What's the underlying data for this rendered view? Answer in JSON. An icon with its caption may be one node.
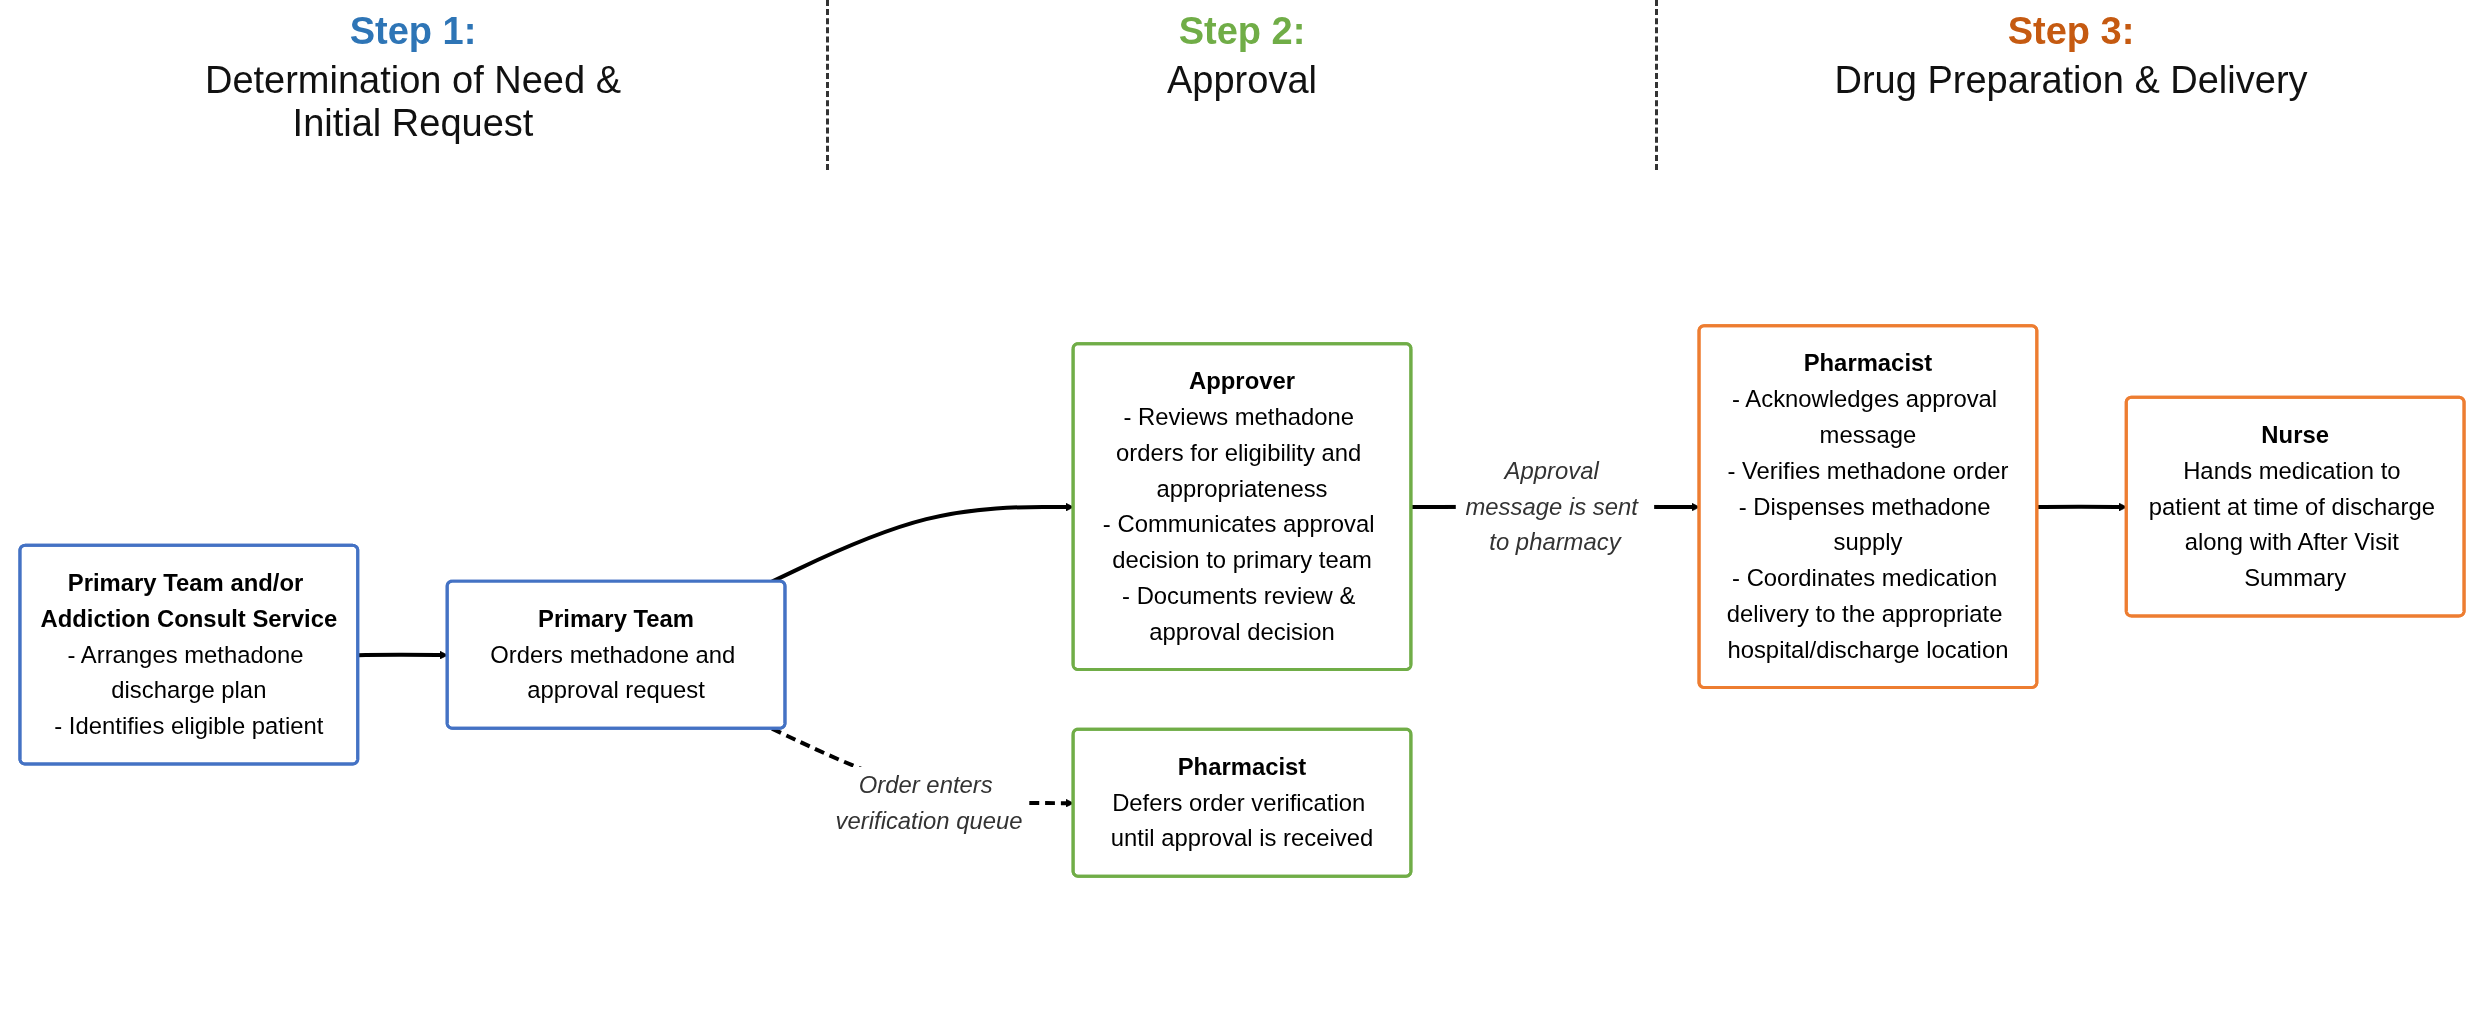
{
  "diagram": {
    "nodes": [
      {
        "text": [
          "Primary Team and/or Addiction Consult Service",
          "- Arranges methadone discharge plan",
          "- Identifies eligible patient"
        ]
      },
      {
        "text": [
          "Primary Team",
          "Orders methadone and approval request"
        ]
      },
      {
        "text": [
          "Approver",
          "- Reviews methadone orders for eligibility and appropriateness",
          "- Communicates approval decision to primary team",
          "- Documents review & approval decision"
        ]
      },
      {
        "text": [
          "Pharmacist",
          "Defers order verification until approval is received"
        ]
      },
      {
        "text": [
          "Pharmacist",
          "- Acknowledges approval message",
          "- Verifies methadone order",
          "- Dispenses methadone supply",
          "- Coordinates medication delivery to the appropriate hospital/discharge location"
        ]
      },
      {
        "text": [
          "Nurse",
          "Hands medication to patient at time of discharge along with After Visit Summary"
        ]
      }
    ],
    "edges": [
      {
        "from": 0,
        "to": 1,
        "arrow": "to"
      },
      {
        "from": 1,
        "to": 2,
        "arrow": "to"
      },
      {
        "from": 1,
        "to": 3,
        "arrow": "to",
        "style": "dashed",
        "label": "Order enters verification queue"
      },
      {
        "from": 2,
        "to": 4,
        "arrow": "to",
        "label": "Approval message is sent to pharmacy"
      },
      {
        "from": 4,
        "to": 5,
        "arrow": "to"
      }
    ],
    "labels": [
      "Step 1:",
      "Determination of Need & Initial Request",
      "Step 2:",
      "Approval",
      "Step 3:",
      "Drug Preparation & Delivery"
    ]
  }
}
